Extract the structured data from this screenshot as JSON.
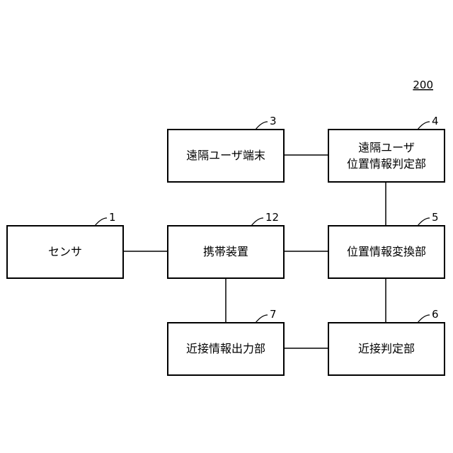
{
  "figure": {
    "number": "200"
  },
  "blocks": {
    "remote_terminal": {
      "lines": [
        "遠隔ユーザ端末"
      ],
      "ref": "3"
    },
    "remote_position_judge": {
      "lines": [
        "遠隔ユーザ",
        "位置情報判定部"
      ],
      "ref": "4"
    },
    "sensor": {
      "lines": [
        "センサ"
      ],
      "ref": "1"
    },
    "mobile_device": {
      "lines": [
        "携帯装置"
      ],
      "ref": "12"
    },
    "position_converter": {
      "lines": [
        "位置情報変換部"
      ],
      "ref": "5"
    },
    "proximity_output": {
      "lines": [
        "近接情報出力部"
      ],
      "ref": "7"
    },
    "proximity_judge": {
      "lines": [
        "近接判定部"
      ],
      "ref": "6"
    }
  },
  "connections": [
    [
      "remote_terminal",
      "remote_position_judge"
    ],
    [
      "remote_position_judge",
      "position_converter"
    ],
    [
      "sensor",
      "mobile_device"
    ],
    [
      "mobile_device",
      "position_converter"
    ],
    [
      "mobile_device",
      "proximity_output"
    ],
    [
      "position_converter",
      "proximity_judge"
    ],
    [
      "proximity_output",
      "proximity_judge"
    ]
  ]
}
